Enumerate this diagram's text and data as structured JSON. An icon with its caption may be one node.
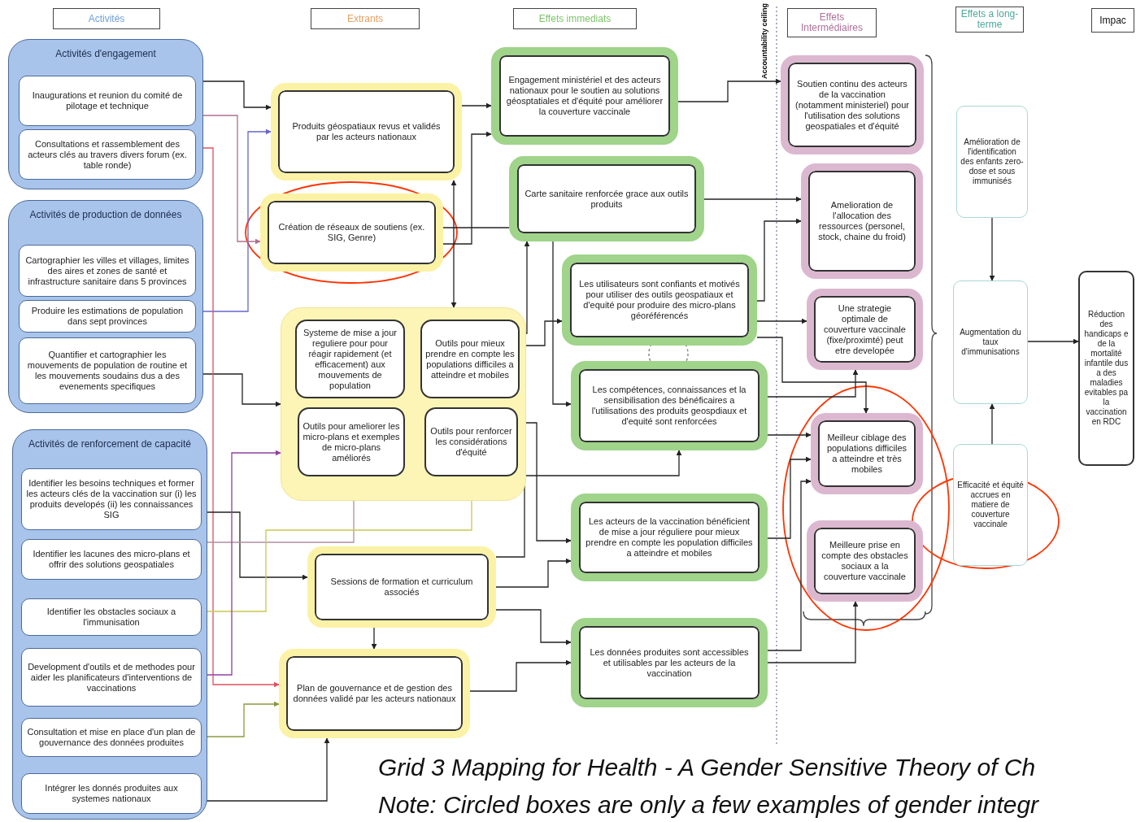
{
  "diagram": {
    "caption": "Grid 3 Mapping for Health - A Gender Sensitive Theory of Ch",
    "nodes": [
      {
        "text": [
          "Activités"
        ]
      },
      {
        "text": [
          "Extrants"
        ]
      },
      {
        "text": [
          "Effets immediats"
        ]
      },
      {
        "text": [
          "Effets Intermédiaires"
        ]
      },
      {
        "text": [
          "Effets a long-terme"
        ]
      },
      {
        "text": [
          "Impac"
        ]
      },
      {
        "text": [
          "Activités d'engagement"
        ]
      },
      {
        "text": [
          "Inaugurations et reunion du comité de pilotage et technique"
        ],
        "in": 6
      },
      {
        "text": [
          "Consultations et rassemblement des acteurs clés au travers divers forum (ex. table ronde)"
        ],
        "in": 6
      },
      {
        "text": [
          "Activités de production de données"
        ]
      },
      {
        "text": [
          "Cartographier les villes et villages, limites des aires et zones de santé et infrastructure sanitaire dans 5 provinces"
        ],
        "in": 9
      },
      {
        "text": [
          "Produire les estimations de population dans sept provinces"
        ],
        "in": 9
      },
      {
        "text": [
          "Quantifier et cartographier les mouvements de population de routine et les mouvements soudains dus a des evenements specifiques"
        ],
        "in": 9
      },
      {
        "text": [
          "Activités de renforcement de capacité"
        ]
      },
      {
        "text": [
          "Identifier les besoins techniques et former les acteurs clés de la vaccination sur (i) les produits developés (ii) les connaissances SIG"
        ],
        "in": 13
      },
      {
        "text": [
          "Identifier les lacunes des micro-plans et offrir des solutions geospatiales"
        ],
        "in": 13
      },
      {
        "text": [
          "Identifier les obstacles sociaux a l'immunisation"
        ],
        "in": 13
      },
      {
        "text": [
          "Development d'outils et de methodes pour aider les planificateurs d'interventions de vaccinations"
        ],
        "in": 13
      },
      {
        "text": [
          "Consultation et mise en place d'un plan de gouvernance des données produites"
        ],
        "in": 13
      },
      {
        "text": [
          "Intégrer les donnés produites aux systemes nationaux"
        ],
        "in": 13
      },
      {
        "text": [
          "Produits géospatiaux revus et validés par les acteurs nationaux"
        ]
      },
      {
        "text": [
          "Création de réseaux de soutiens (ex. SIG, Genre)"
        ]
      },
      {
        "text": [],
        "shape": "box"
      },
      {
        "text": [
          "Systeme de mise a jour reguliere pour pour réagir rapidement (et efficacement) aux mouvements de population"
        ],
        "in": 22
      },
      {
        "text": [
          "Outils pour mieux prendre en compte les populations difficiles a atteindre et mobiles"
        ],
        "in": 22
      },
      {
        "text": [
          "Outils pour ameliorer les micro-plans et exemples de micro-plans améliorés"
        ],
        "in": 22
      },
      {
        "text": [
          "Outils pour renforcer les considérations d'équité"
        ],
        "in": 22
      },
      {
        "text": [
          "Sessions de formation et curriculum associés"
        ]
      },
      {
        "text": [
          "Plan de gouvernance et de gestion des données validé par les acteurs nationaux"
        ]
      },
      {
        "text": [
          "Engagement ministériel et des acteurs nationaux pour le soutien au solutions géosptatiales et d'équité pour améliorer la couverture vaccinale"
        ]
      },
      {
        "text": [
          "Carte sanitaire renforcée grace aux outils produits"
        ]
      },
      {
        "text": [
          "Les utilisateurs sont confiants et motivés pour utiliser des outils geospatiaux et d'equité pour produire des micro-plans géoréférencés"
        ]
      },
      {
        "text": [
          "Les compétences, connaissances et la sensibilisation des bénéficaires a l'utilisations des produits geospdiaux et d'equité sont renforcées"
        ]
      },
      {
        "text": [
          "Les acteurs de la vaccination bénéficient de mise a jour réguliere pour mieux prendre en compte les population difficiles a atteindre et mobiles"
        ]
      },
      {
        "text": [
          "Les données produites sont accessibles et utilisables par les acteurs de la vaccination"
        ]
      },
      {
        "text": [
          "Soutien continu des acteurs de la vaccination (notamment ministeriel) pour l'utilisation des solutions geospatiales et d'équité"
        ]
      },
      {
        "text": [
          "Amelioration de l'allocation des ressources (personel, stock, chaine du froid)"
        ]
      },
      {
        "text": [
          "Une strategie optimale de couverture vaccinale (fixe/proximté) peut etre developée"
        ]
      },
      {
        "text": [
          "Meilleur ciblage des populations difficiles a atteindre et très mobiles"
        ]
      },
      {
        "text": [
          "Meilleure prise en compte des obstacles sociaux a la couverture vaccinale"
        ]
      },
      {
        "text": [
          "Amélioration de l'identification des enfants zero-dose et sous immunisés"
        ]
      },
      {
        "text": [
          "Augmentation du taux d'immunisations"
        ]
      },
      {
        "text": [
          "Efficacité et équité accrues en matiere de couverture vaccinale"
        ]
      },
      {
        "text": [
          "Réduction des handicaps e de la mortalité infantile dus a des maladies evitables pa la vaccination en RDC"
        ]
      }
    ],
    "edges": [
      {
        "from": 7,
        "to": 20,
        "arrow": "to"
      },
      {
        "from": 11,
        "to": 20,
        "arrow": "to",
        "color": "#6666cc"
      },
      {
        "from": 7,
        "to": 21,
        "arrow": "to",
        "color": "#b07090"
      },
      {
        "from": 12,
        "to": 22,
        "arrow": "to"
      },
      {
        "from": 8,
        "to": 28,
        "arrow": "to",
        "color": "#e05060"
      },
      {
        "from": 14,
        "to": 27,
        "arrow": "to"
      },
      {
        "from": 15,
        "to": 25,
        "arrow": "to",
        "color": "#b090a0"
      },
      {
        "from": 16,
        "to": 26,
        "arrow": "to",
        "color": "#c8c850"
      },
      {
        "from": 17,
        "to": 22,
        "arrow": "to",
        "color": "#9040a0"
      },
      {
        "from": 18,
        "to": 28,
        "arrow": "to",
        "color": "#8a9a40"
      },
      {
        "from": 19,
        "to": 28,
        "arrow": "to"
      },
      {
        "from": 20,
        "to": 22,
        "arrow": "both"
      },
      {
        "from": 20,
        "to": 29,
        "arrow": "to"
      },
      {
        "from": 21,
        "to": 29,
        "arrow": "to"
      },
      {
        "from": 21,
        "to": 30,
        "arrow": "none"
      },
      {
        "from": 24,
        "to": 30,
        "arrow": "to"
      },
      {
        "from": 24,
        "to": 31,
        "arrow": "to"
      },
      {
        "from": 30,
        "to": 32,
        "arrow": "to"
      },
      {
        "from": 22,
        "to": 33,
        "arrow": "to"
      },
      {
        "from": 27,
        "to": 32,
        "arrow": "to"
      },
      {
        "from": 27,
        "to": 33,
        "arrow": "to"
      },
      {
        "from": 27,
        "to": 34,
        "arrow": "to"
      },
      {
        "from": 27,
        "to": 28,
        "arrow": "to"
      },
      {
        "from": 28,
        "to": 34,
        "arrow": "to"
      },
      {
        "from": 29,
        "to": 35,
        "arrow": "to"
      },
      {
        "from": 30,
        "to": 36,
        "arrow": "to"
      },
      {
        "from": 31,
        "to": 36,
        "arrow": "to"
      },
      {
        "from": 31,
        "to": 37,
        "arrow": "to"
      },
      {
        "from": 31,
        "to": 38,
        "arrow": "to"
      },
      {
        "from": 32,
        "to": 37,
        "arrow": "to"
      },
      {
        "from": 32,
        "to": 38,
        "arrow": "to"
      },
      {
        "from": 33,
        "to": 38,
        "arrow": "to"
      },
      {
        "from": 34,
        "to": 38,
        "arrow": "to"
      },
      {
        "from": 34,
        "to": 39,
        "arrow": "to"
      },
      {
        "from": 40,
        "to": 41,
        "arrow": "to"
      },
      {
        "from": 42,
        "to": 41,
        "arrow": "to"
      },
      {
        "from": 41,
        "to": 43,
        "arrow": "to"
      }
    ],
    "labels": [
      "Accountability ceiling",
      "Note: Circled boxes are only a few examples of gender integr"
    ]
  }
}
